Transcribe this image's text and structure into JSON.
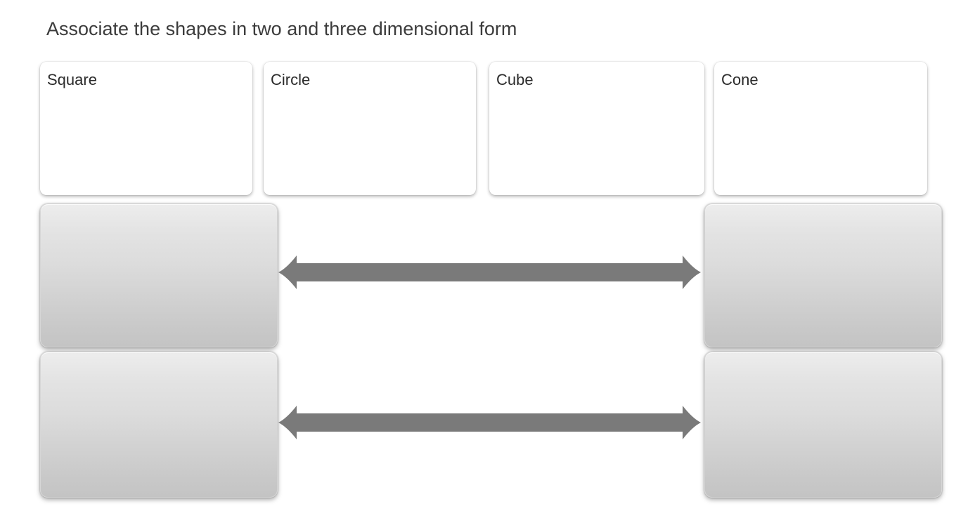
{
  "page": {
    "title": "Associate the shapes in two and three dimensional form",
    "background_color": "#ffffff",
    "title_color": "#3c3c3c"
  },
  "term_cards": [
    {
      "label": "Square"
    },
    {
      "label": "Circle"
    },
    {
      "label": "Cube"
    },
    {
      "label": "Cone"
    }
  ],
  "drop_zones": [
    {
      "label": "",
      "position": "top-left"
    },
    {
      "label": "",
      "position": "top-right"
    },
    {
      "label": "",
      "position": "bottom-left"
    },
    {
      "label": "",
      "position": "bottom-right"
    }
  ],
  "connectors": [
    {
      "name": "top-double-arrow",
      "direction": "both"
    },
    {
      "name": "bottom-double-arrow",
      "direction": "both"
    }
  ],
  "colors": {
    "arrow": "#7a7a7a",
    "card_background": "#ffffff",
    "zone_gradient_top": "#ededed",
    "zone_gradient_bottom": "#c4c4c4",
    "card_text": "#2b2b2b"
  }
}
